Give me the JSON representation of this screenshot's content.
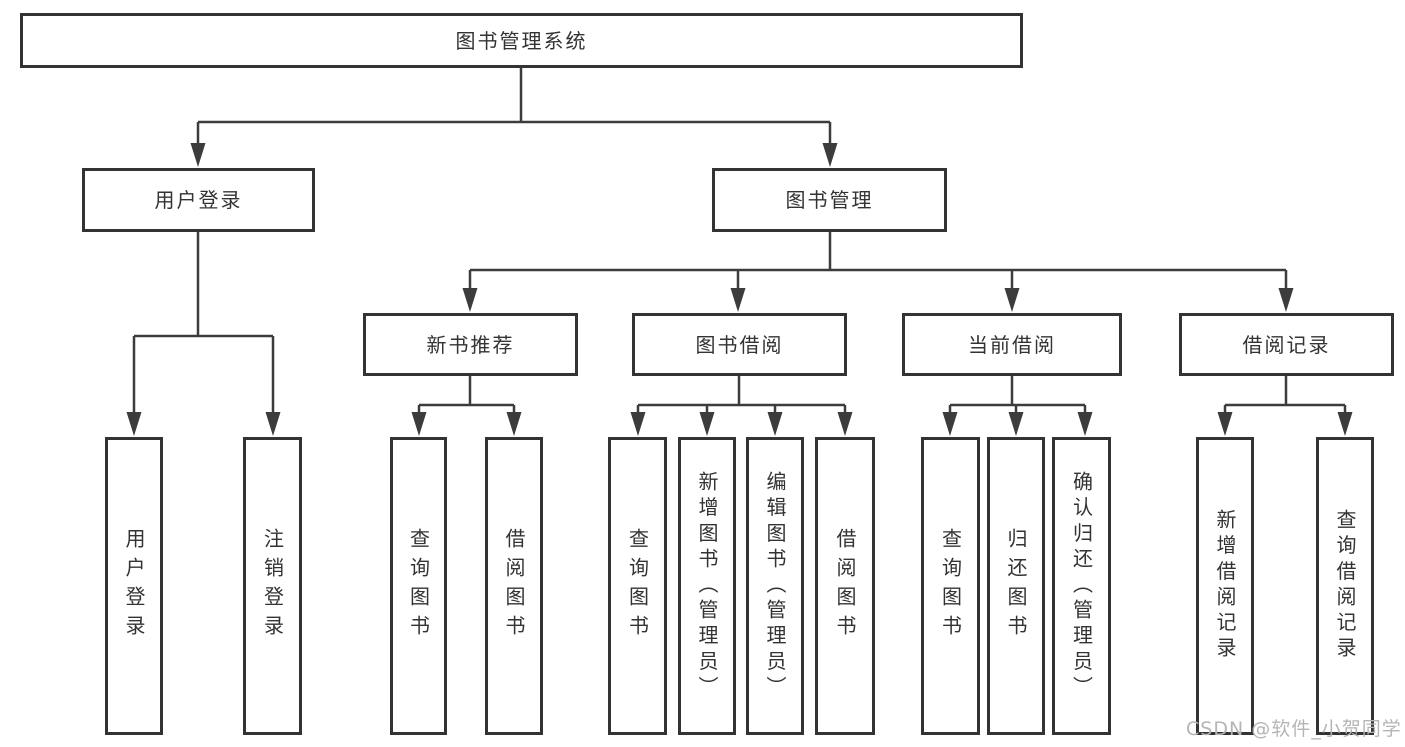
{
  "diagram_title": "图书管理系统",
  "tree": {
    "root": {
      "label": "图书管理系统",
      "children": [
        {
          "label": "用户登录",
          "children": [
            {
              "label": "用户登录"
            },
            {
              "label": "注销登录"
            }
          ]
        },
        {
          "label": "图书管理",
          "children": [
            {
              "label": "新书推荐",
              "children": [
                {
                  "label": "查询图书"
                },
                {
                  "label": "借阅图书"
                }
              ]
            },
            {
              "label": "图书借阅",
              "children": [
                {
                  "label": "查询图书"
                },
                {
                  "label": "新增图书（管理员）"
                },
                {
                  "label": "编辑图书（管理员）"
                },
                {
                  "label": "借阅图书"
                }
              ]
            },
            {
              "label": "当前借阅",
              "children": [
                {
                  "label": "查询图书"
                },
                {
                  "label": "归还图书"
                },
                {
                  "label": "确认归还（管理员）"
                }
              ]
            },
            {
              "label": "借阅记录",
              "children": [
                {
                  "label": "新增借阅记录"
                },
                {
                  "label": "查询借阅记录"
                }
              ]
            }
          ]
        }
      ]
    }
  },
  "watermark": {
    "text": "CSDN @软件_小贺同学"
  },
  "colors": {
    "line": "#3c3c3c",
    "border": "#333333",
    "text": "#333333",
    "background": "#ffffff",
    "watermark": "#b5b5b5"
  }
}
